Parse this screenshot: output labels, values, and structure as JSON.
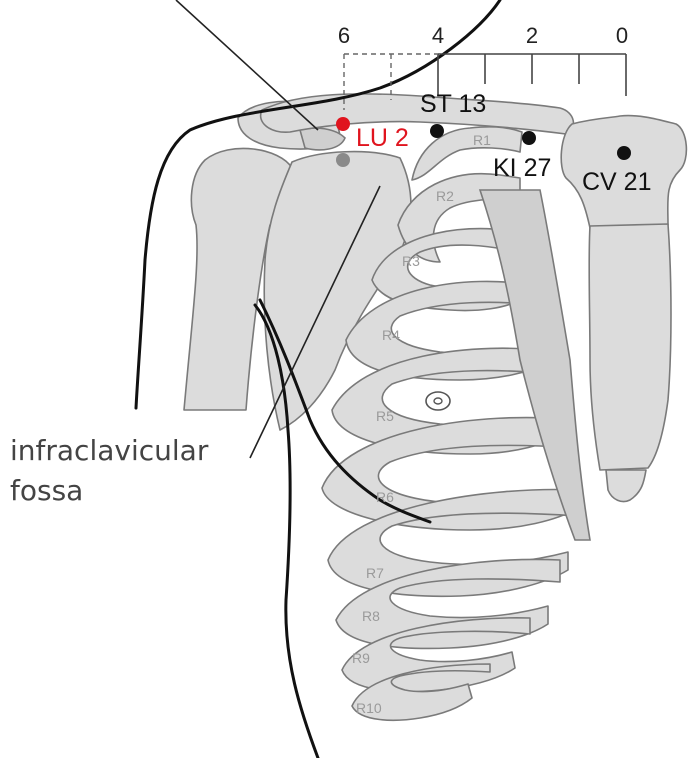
{
  "scale": {
    "ticks": [
      "6",
      "4",
      "2",
      "0"
    ]
  },
  "points": {
    "lu2": {
      "label": "LU 2",
      "color": "#e0141e"
    },
    "st13": {
      "label": "ST 13",
      "color": "#111111"
    },
    "ki27": {
      "label": "KI 27",
      "color": "#111111"
    },
    "cv21": {
      "label": "CV 21",
      "color": "#111111"
    },
    "lower_point_color": "#8a8a8a"
  },
  "ribs": [
    "R1",
    "R2",
    "R3",
    "R4",
    "R5",
    "R6",
    "R7",
    "R8",
    "R9",
    "R10"
  ],
  "caption": {
    "line1": "infraclavicular",
    "line2": "fossa"
  }
}
